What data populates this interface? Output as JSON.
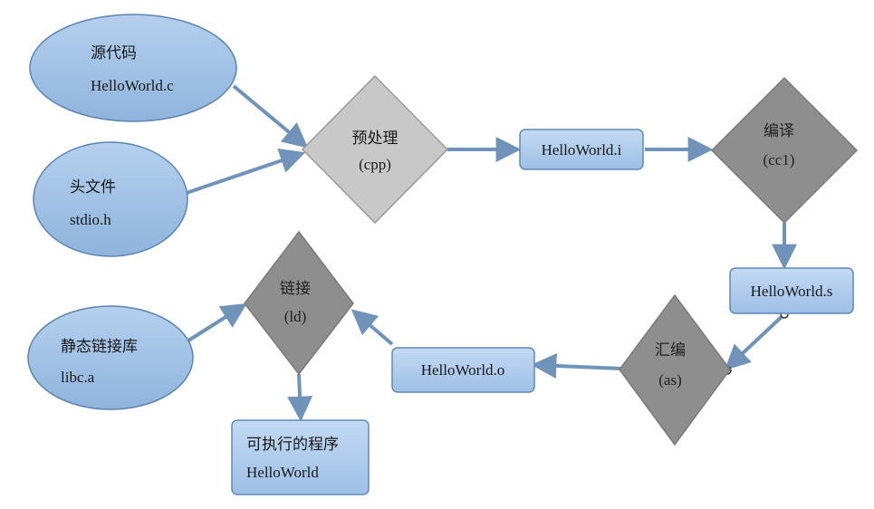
{
  "nodes": {
    "source": {
      "line1": "源代码",
      "line2": "HelloWorld.c"
    },
    "header": {
      "line1": "头文件",
      "line2": "stdio.h"
    },
    "preprocess": {
      "line1": "预处理",
      "line2": "(cpp)"
    },
    "file_i": {
      "line1": "HelloWorld.i"
    },
    "compile": {
      "line1": "编译",
      "line2": "(cc1)"
    },
    "file_s": {
      "line1": "HelloWorld.s"
    },
    "assemble": {
      "line1": "汇编",
      "line2": "(as)"
    },
    "file_o": {
      "line1": "HelloWorld.o"
    },
    "link": {
      "line1": "链接",
      "line2": "(ld)"
    },
    "static_lib": {
      "line1": "静态链接库",
      "line2": "libc.a"
    },
    "executable": {
      "line1": "可执行的程序",
      "line2": "HelloWorld"
    }
  },
  "colors": {
    "ellipse_fill": "#9dbfe2",
    "ellipse_stroke": "#5b84b1",
    "box_fill": "#a9c9ec",
    "box_stroke": "#5f8ab8",
    "diamond_light": "#c8c8c8",
    "diamond_dark": "#8e8e8e",
    "arrow": "#6f93b9"
  }
}
